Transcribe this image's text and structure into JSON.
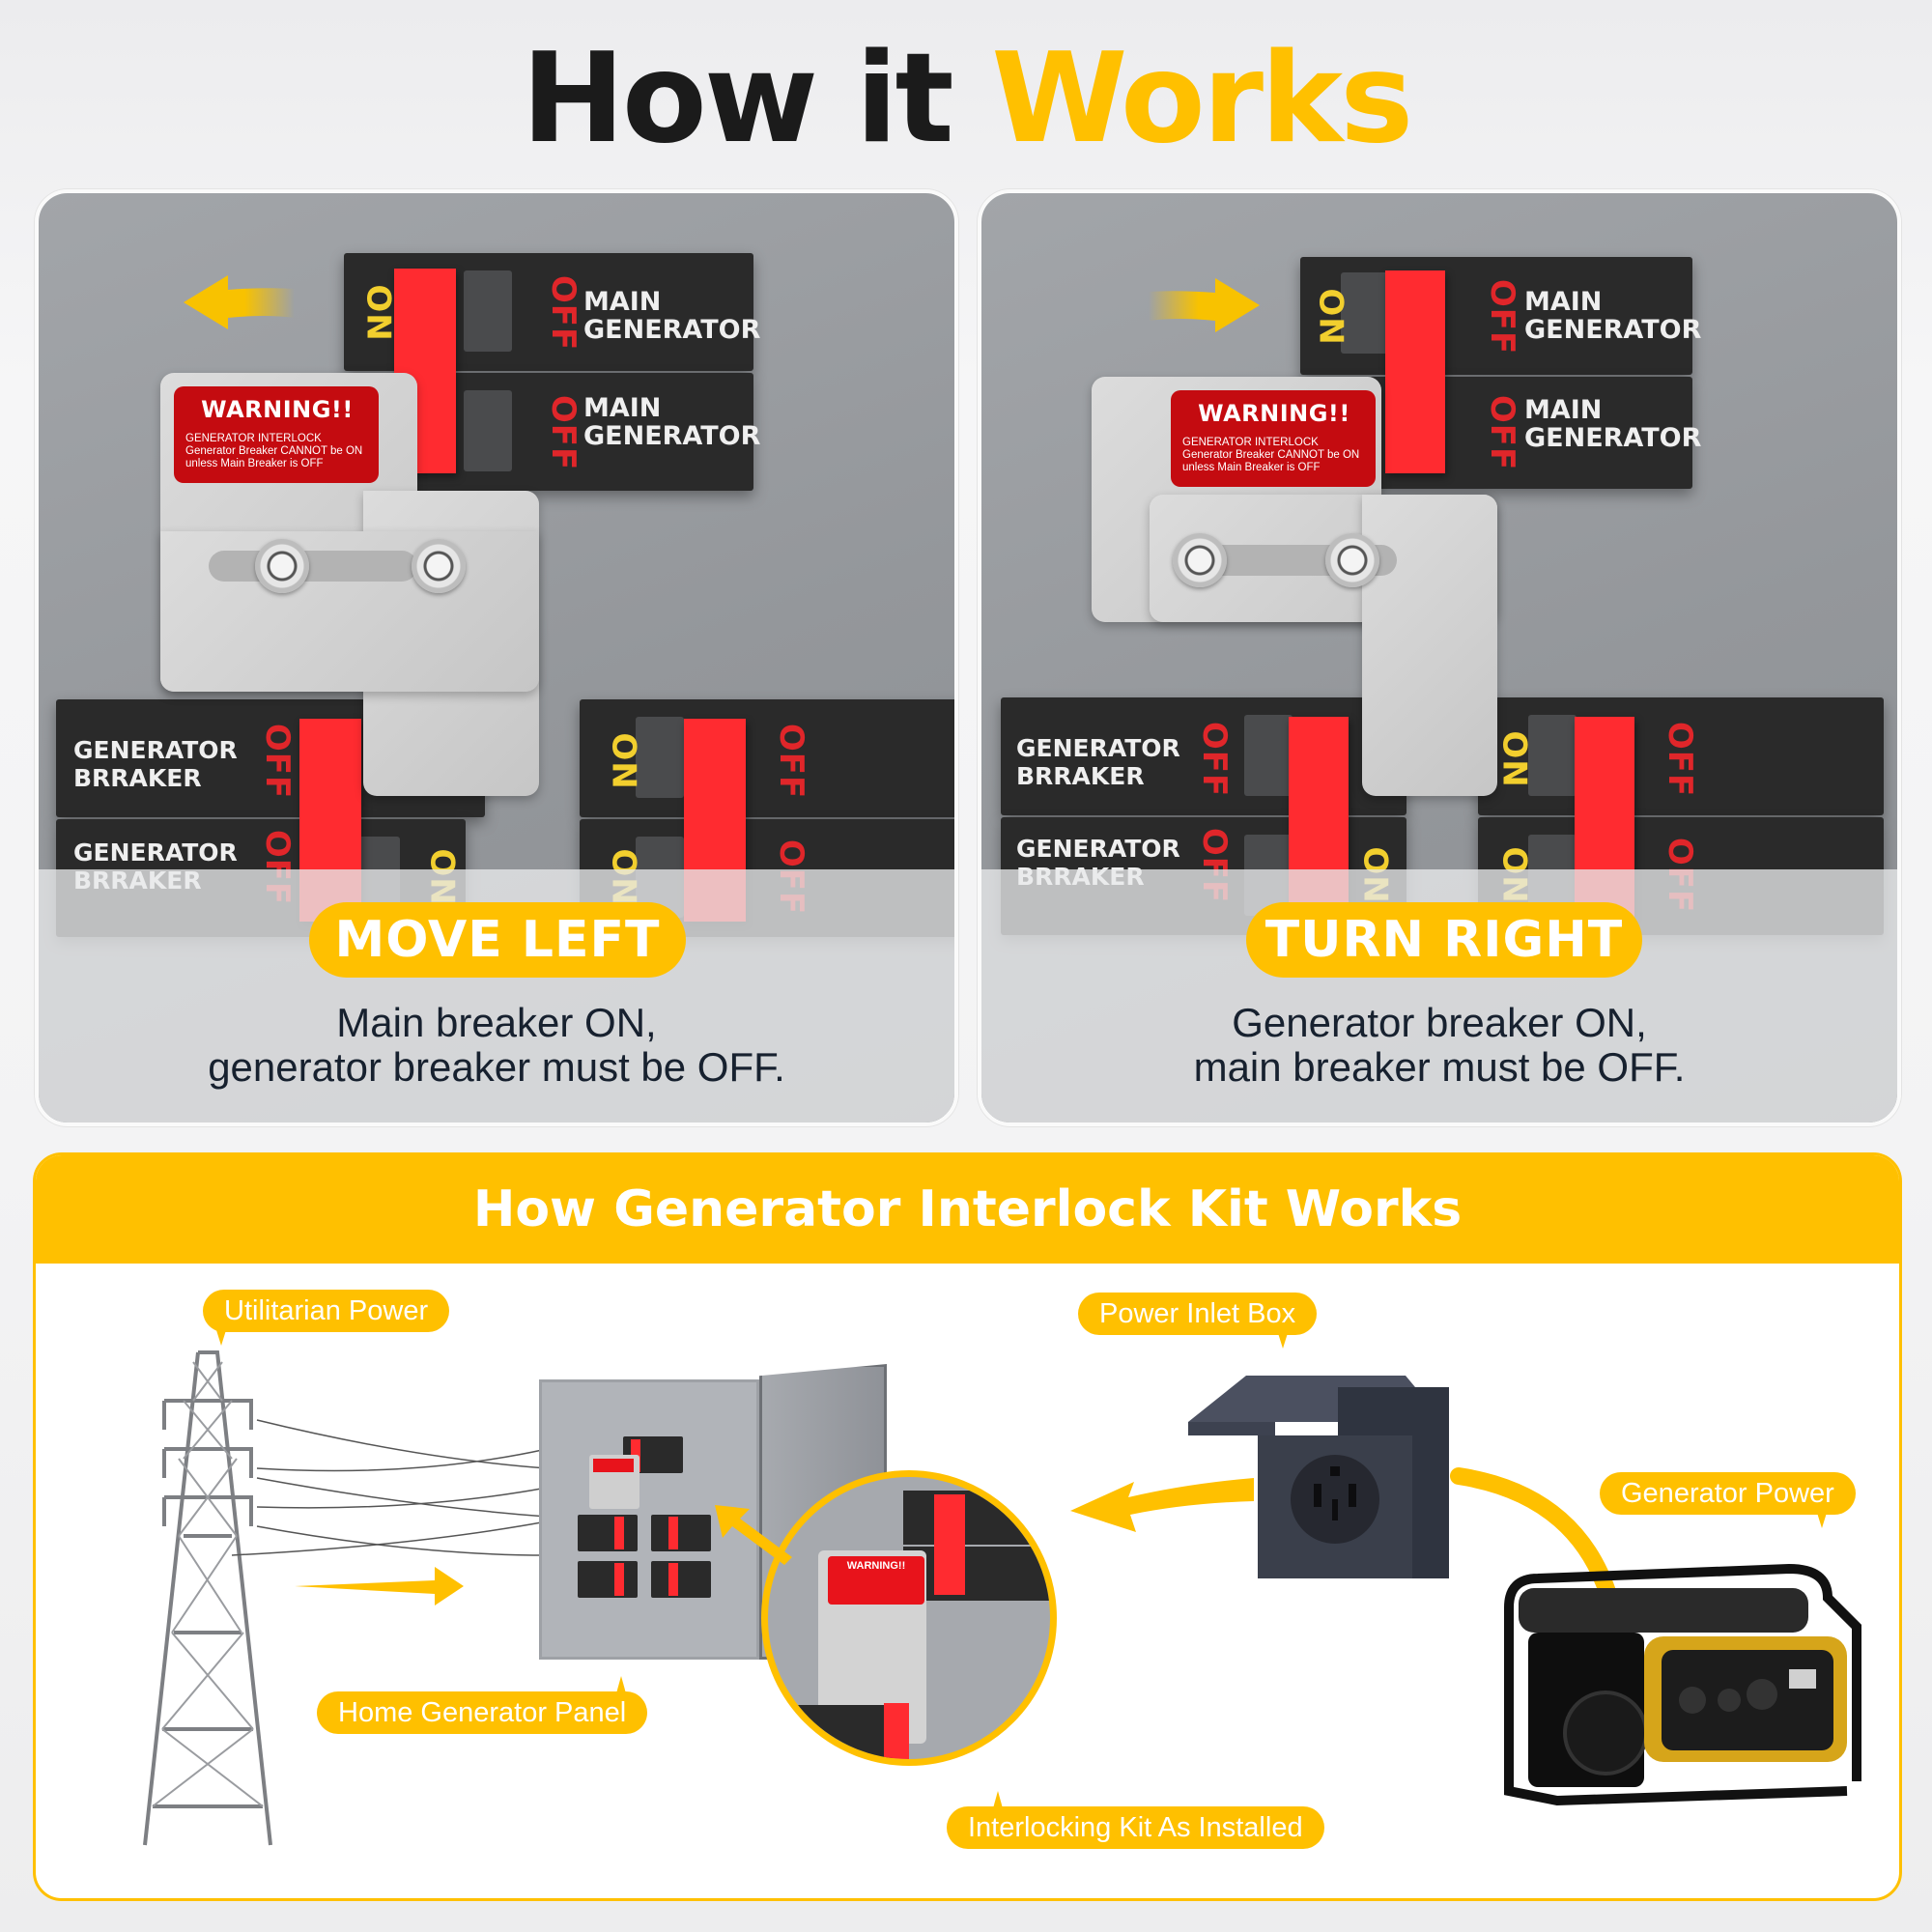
{
  "title": {
    "part1": "How it",
    "part2": "Works"
  },
  "colors": {
    "accent": "#ffc000",
    "handle_red": "#ff2b30",
    "warning_red": "#c40b10",
    "on_yellow": "#f2cf2e",
    "off_red": "#e0262a"
  },
  "warning_label": {
    "title": "WARNING!!",
    "line1": "GENERATOR INTERLOCK",
    "line2": "Generator Breaker CANNOT be ON",
    "line3": "unless Main Breaker is OFF"
  },
  "breaker_text": {
    "on": "ON",
    "off": "OFF",
    "main_line1": "MAIN",
    "main_line2": "GENERATOR",
    "gen_line1": "GENERATOR",
    "gen_line2": "BRRAKER"
  },
  "panels": [
    {
      "arrow_icon": "arrow-left-icon",
      "action": "MOVE LEFT",
      "caption_line1": "Main breaker ON,",
      "caption_line2": "generator breaker must be OFF."
    },
    {
      "arrow_icon": "arrow-right-icon",
      "action": "TURN RIGHT",
      "caption_line1": "Generator breaker ON,",
      "caption_line2": "main breaker must be OFF."
    }
  ],
  "how_section": {
    "title": "How Generator Interlock Kit Works",
    "labels": {
      "utility": "Utilitarian Power",
      "panel": "Home Generator Panel",
      "inlet": "Power Inlet Box",
      "generator": "Generator Power",
      "kit": "Interlocking Kit As Installed"
    },
    "icons": {
      "tower": "transmission-tower-icon",
      "inlet": "power-inlet-box-icon",
      "generator": "portable-generator-icon",
      "panel": "electrical-panel-icon"
    }
  }
}
